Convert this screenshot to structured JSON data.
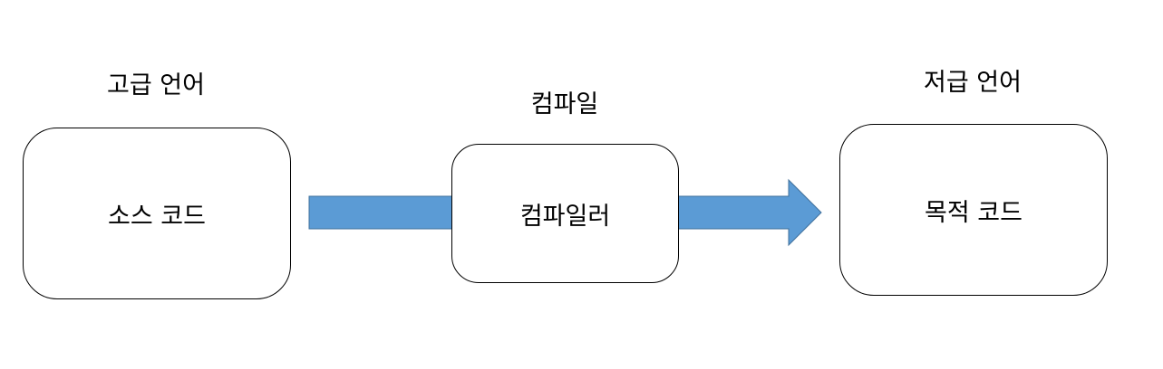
{
  "source": {
    "heading": "고급 언어",
    "box_label": "소스 코드"
  },
  "process": {
    "heading": "컴파일",
    "box_label": "컴파일러"
  },
  "target": {
    "heading": "저급 언어",
    "box_label": "목적 코드"
  },
  "colors": {
    "arrow_fill": "#5B9BD5",
    "arrow_stroke": "#41719C",
    "box_border": "#000000"
  }
}
